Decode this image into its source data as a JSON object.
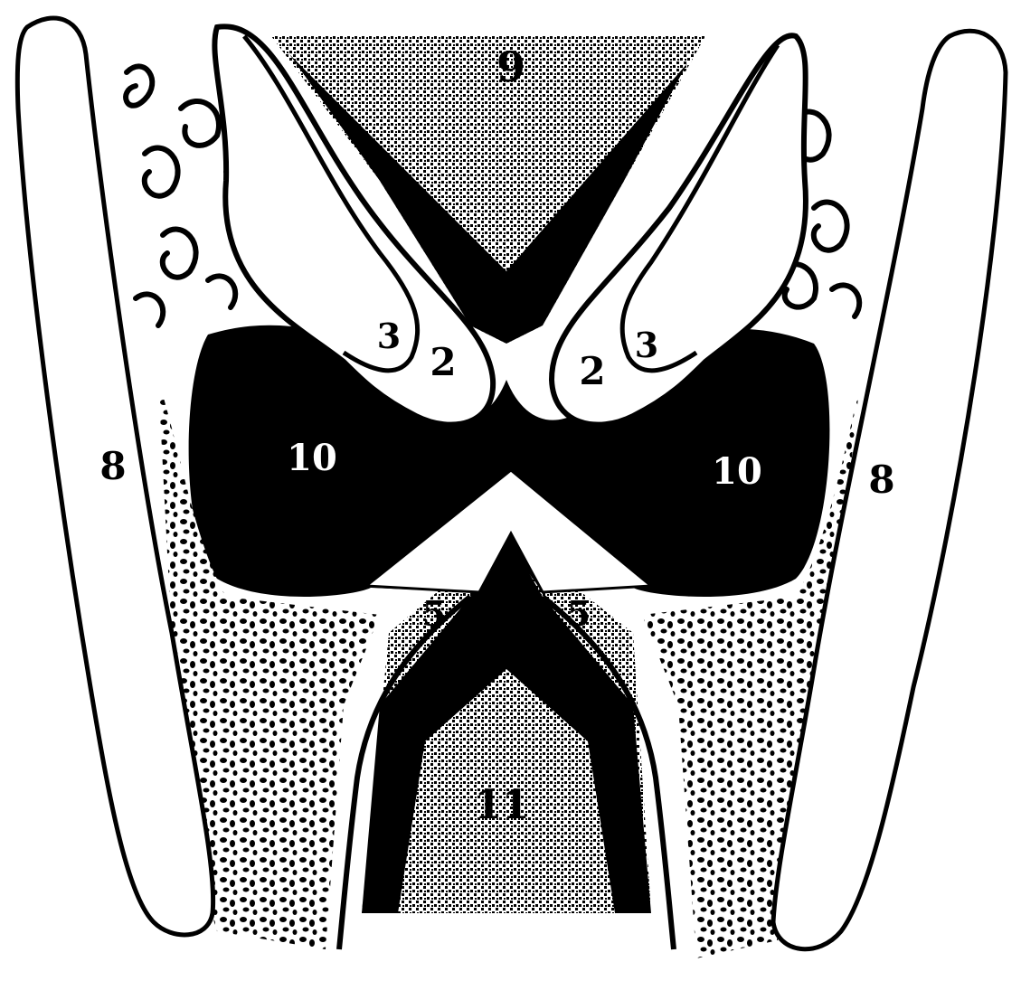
{
  "figure": {
    "labels": {
      "top": "9",
      "bottom": "11",
      "left_lateral": "8",
      "right_lateral": "8",
      "left_fold": "2",
      "right_fold": "2",
      "left_inner": "3",
      "right_inner": "3",
      "left_lower": "5",
      "right_lower": "5",
      "left_cavity": "10",
      "right_cavity": "10"
    },
    "colors": {
      "ink": "#000000",
      "paper": "#ffffff"
    }
  }
}
